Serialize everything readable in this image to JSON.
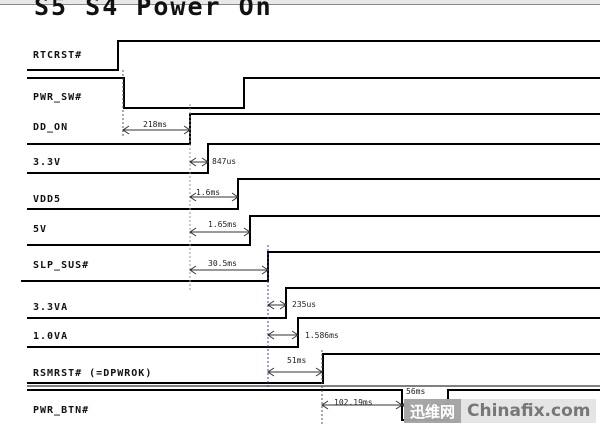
{
  "title": "S5 S4 Power On",
  "signals": [
    {
      "name": "RTCRST#"
    },
    {
      "name": "PWR_SW#"
    },
    {
      "name": "DD_ON"
    },
    {
      "name": "3.3V"
    },
    {
      "name": "VDD5"
    },
    {
      "name": "5V"
    },
    {
      "name": "SLP_SUS#"
    },
    {
      "name": "3.3VA"
    },
    {
      "name": "1.0VA"
    },
    {
      "name": "RSMRST#  (=DPWROK)"
    },
    {
      "name": "PWR_BTN#"
    }
  ],
  "timings": [
    "218ms",
    "847us",
    "1.6ms",
    "1.65ms",
    "30.5ms",
    "235us",
    "1.586ms",
    "51ms",
    "102.19ms",
    "56ms"
  ],
  "watermark": {
    "cn": "迅维网",
    "en": "Chinafix.com"
  }
}
